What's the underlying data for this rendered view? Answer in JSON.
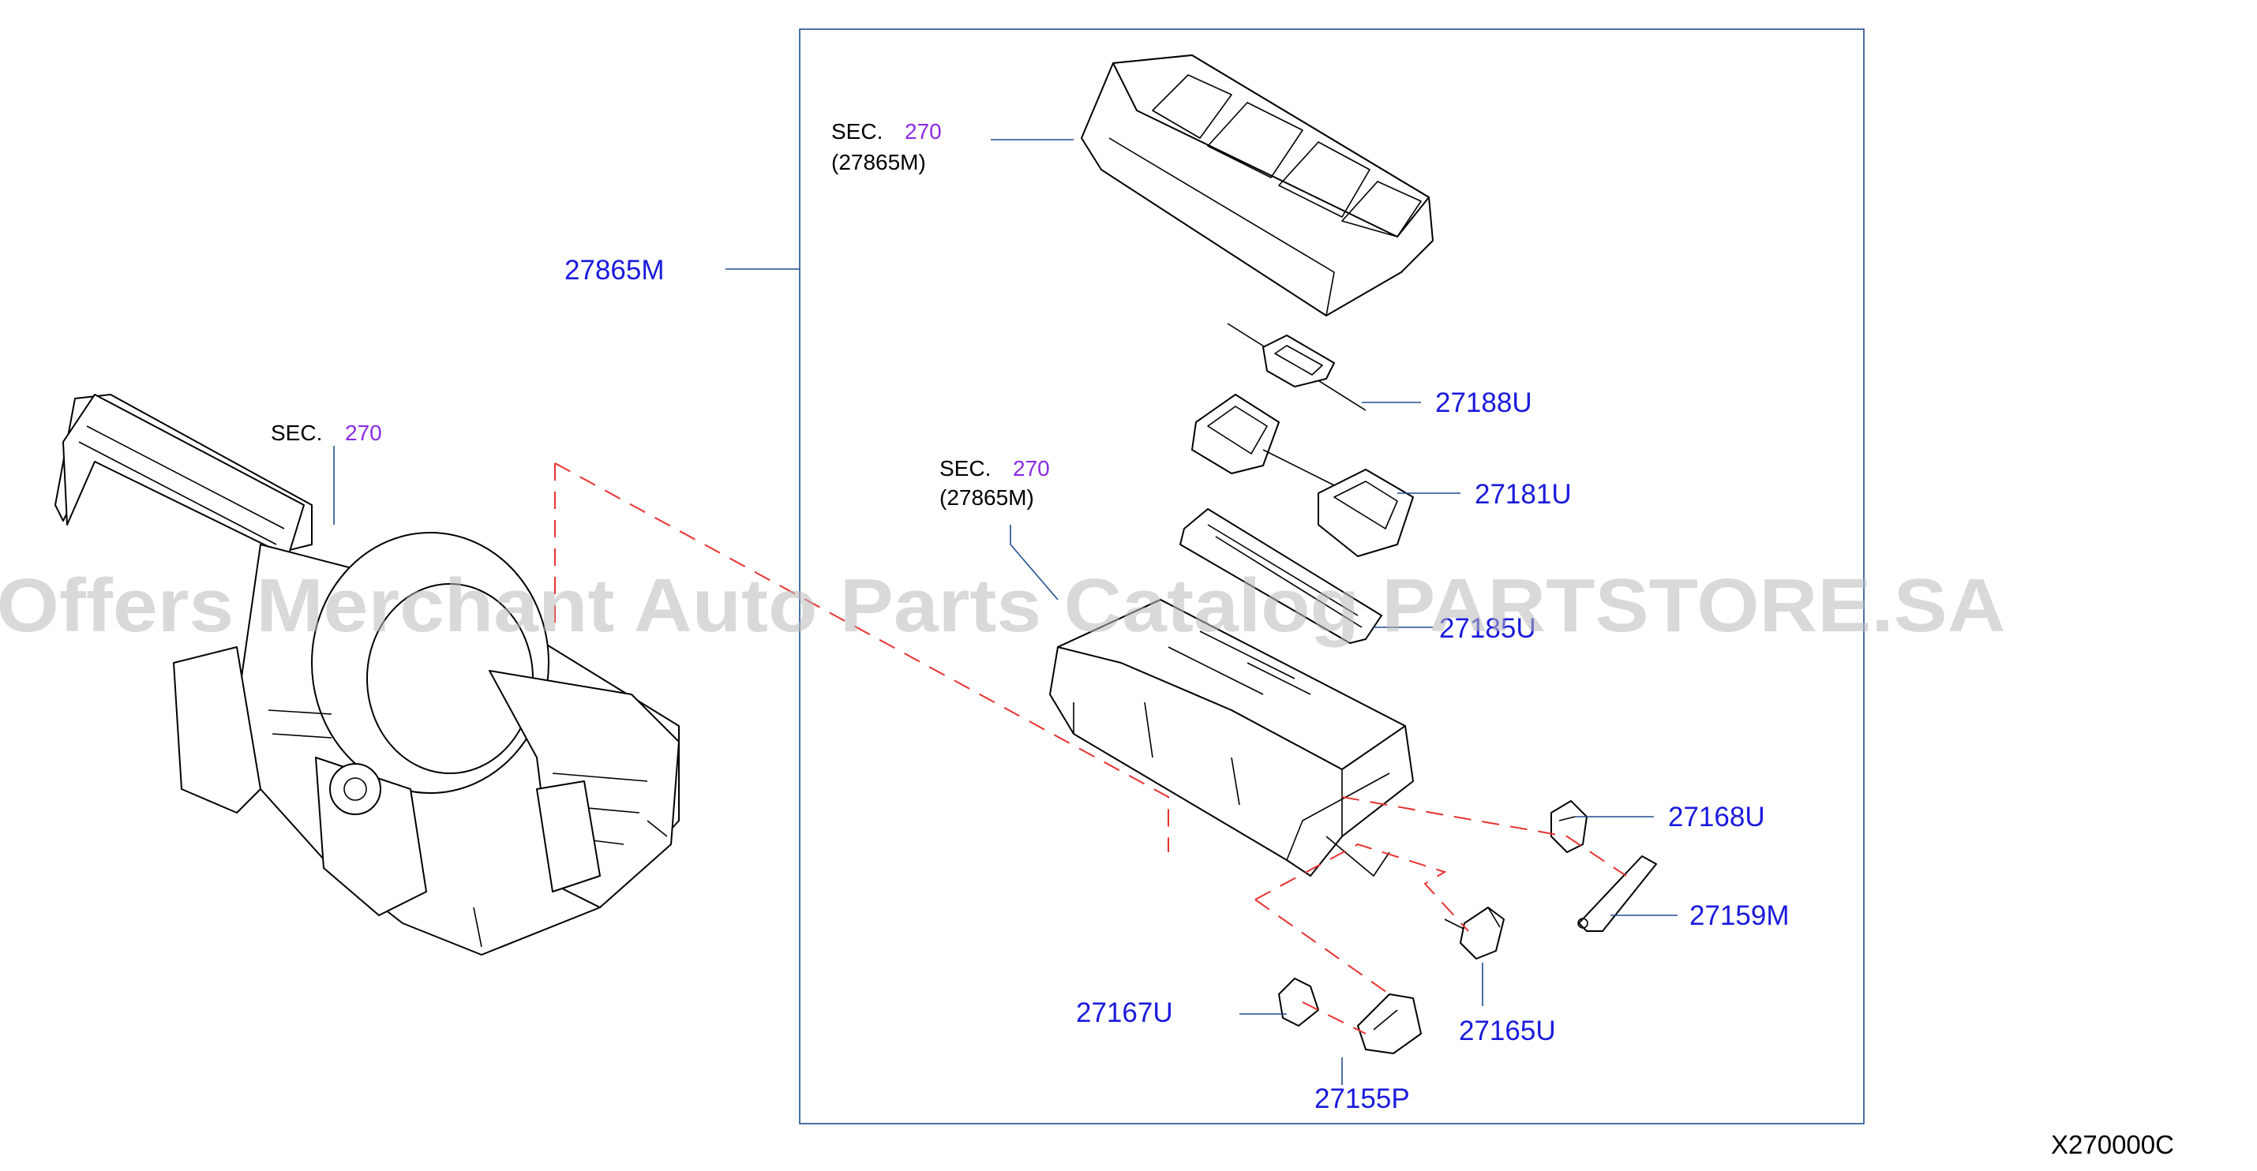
{
  "colors": {
    "part_number": "#1a1adc",
    "sec_number": "#8a2be2",
    "text": "#000000",
    "leader": "#1f4e8c",
    "dashed_line": "#e8322f",
    "frame": "#1f4e8c",
    "watermark": "#b9b9b9"
  },
  "watermark": "Offers Merchant Auto Parts Catalog PARTSTORE.SA",
  "diagram_code": "X270000C",
  "sec_refs": [
    {
      "label": "SEC.",
      "number": "270",
      "sub": "(27865M)"
    },
    {
      "label": "SEC.",
      "number": "270",
      "sub": ""
    },
    {
      "label": "SEC.",
      "number": "270",
      "sub": "(27865M)"
    }
  ],
  "parts": [
    {
      "number": "27865M"
    },
    {
      "number": "27188U"
    },
    {
      "number": "27181U"
    },
    {
      "number": "27185U"
    },
    {
      "number": "27168U"
    },
    {
      "number": "27159M"
    },
    {
      "number": "27165U"
    },
    {
      "number": "27167U"
    },
    {
      "number": "27155P"
    }
  ]
}
